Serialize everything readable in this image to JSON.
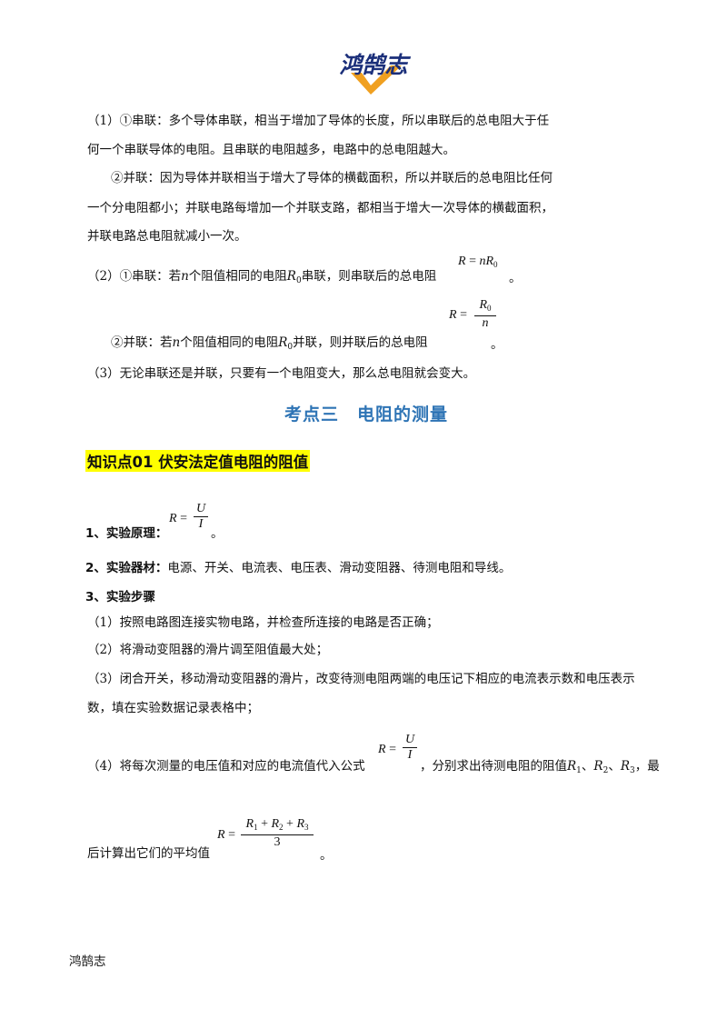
{
  "header": {
    "logo_text": "鸿鹄志"
  },
  "p1_line1": "（1）①串联：多个导体串联，相当于增加了导体的长度，所以串联后的总电阻大于任",
  "p1_line2": "何一个串联导体的电阻。且串联的电阻越多，电路中的总电阻越大。",
  "p1b_line1": "②并联：因为导体并联相当于增大了导体的横截面积，所以并联后的总电阻比任何",
  "p1b_line2": "一个分电阻都小；并联电路每增加一个并联支路，都相当于增大一次导体的横截面积，",
  "p1b_line3": "并联电路总电阻就减小一次。",
  "p2_a": "（2）①串联：若",
  "p2_n": "n",
  "p2_b": "个阻值相同的电阻",
  "p2_R": "R",
  "p2_R_sub": "0",
  "p2_c": "串联，则串联后的总电阻",
  "p2_end": "。",
  "p2b_a": "②并联：若",
  "p2b_n": "n",
  "p2b_b": "个阻值相同的电阻",
  "p2b_R": "R",
  "p2b_R_sub": "0",
  "p2b_c": "并联，则并联后的总电阻",
  "p2b_end": "。",
  "p3": "（3）无论串联还是并联，只要有一个电阻变大，那么总电阻就会变大。",
  "section_title": "考点三　电阻的测量",
  "kp_title": "知识点01  伏安法定值电阻的阻值",
  "item1_label": "1、实验原理：",
  "item1_end": "。",
  "item2_label": "2、实验器材：",
  "item2_text": "电源、开关、电流表、电压表、滑动变阻器、待测电阻和导线。",
  "item3_label": "3、实验步骤",
  "step1": "（1）按照电路图连接实物电路，并检查所连接的电路是否正确；",
  "step2": "（2）将滑动变阻器的滑片调至阻值最大处；",
  "step3_line1": "（3）闭合开关，移动滑动变阻器的滑片，改变待测电阻两端的电压记下相应的电流表示数和电压表示",
  "step3_line2": "数，填在实验数据记录表格中；",
  "step4_a": "（4）将每次测量的电压值和对应的电流值代入公式",
  "step4_b": "，分别求出待测电阻的阻值",
  "step4_list": [
    "R",
    "1",
    "、",
    "R",
    "2",
    "、",
    "R",
    "3",
    "，最"
  ],
  "step4_line2": "后计算出它们的平均值",
  "step4_end": "。",
  "formulas": {
    "series": {
      "lhs": "R",
      "eq": " = ",
      "n": "n",
      "r": "R",
      "sub": "0"
    },
    "parallel": {
      "lhs": "R",
      "eq": " = ",
      "num": "R",
      "num_sub": "0",
      "den": "n"
    },
    "ohm": {
      "lhs": "R",
      "eq": " = ",
      "num": "U",
      "den": "I"
    },
    "ohm2": {
      "lhs": "R",
      "eq": " = ",
      "num": "U",
      "den": "I"
    },
    "avg": {
      "lhs": "R",
      "eq": " = ",
      "num": [
        "R",
        "1",
        " + ",
        "R",
        "2",
        " + ",
        "R",
        "3"
      ],
      "den": "3"
    }
  },
  "footer": "鸿鹄志",
  "colors": {
    "title_blue": "#2e74b5",
    "highlight": "#ffff00",
    "logo_blue": "#1b2f7a",
    "logo_orange": "#f0a020"
  }
}
